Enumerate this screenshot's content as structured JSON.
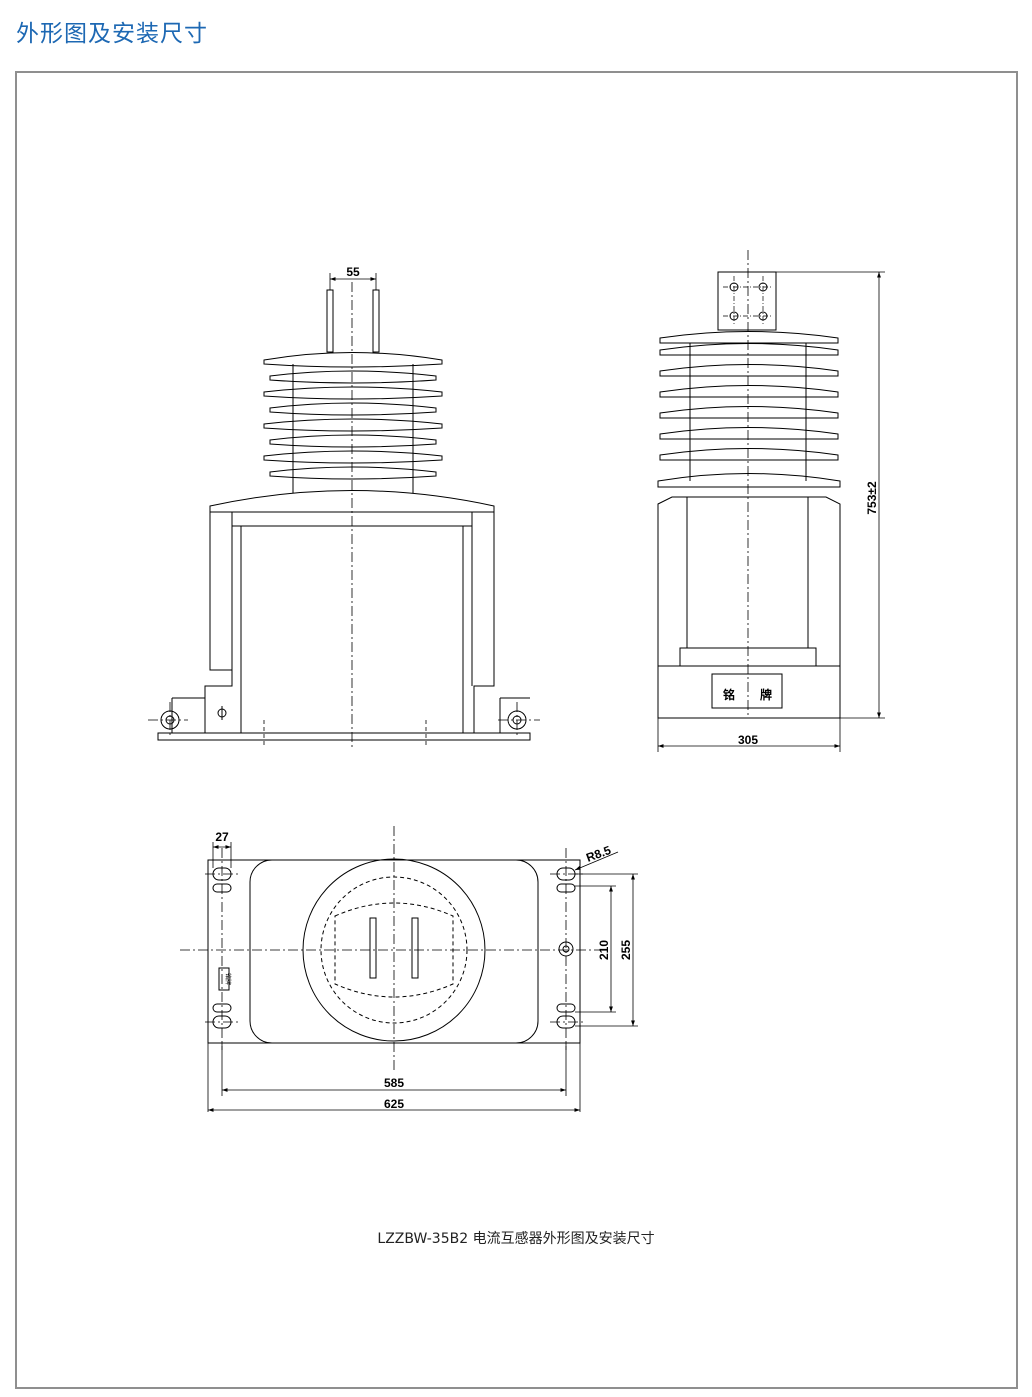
{
  "page": {
    "title": "外形图及安装尺寸"
  },
  "caption": "LZZBW-35B2 电流互感器外形图及安装尺寸",
  "dimensions": {
    "front_terminal_width": "55",
    "side_height": "753±2",
    "side_width": "305",
    "top_slot_width": "27",
    "top_radius": "R8.5",
    "top_inner_hole_spacing": "210",
    "top_outer_hole_spacing": "255",
    "top_inner_width": "585",
    "top_outer_width": "625"
  },
  "labels": {
    "nameplate_left": "铭",
    "nameplate_right": "牌",
    "small_plate": "铭牌"
  },
  "colors": {
    "title": "#1d68b3",
    "frame": "#8f8f8f",
    "line": "#000000",
    "fill": "#ffffff"
  }
}
